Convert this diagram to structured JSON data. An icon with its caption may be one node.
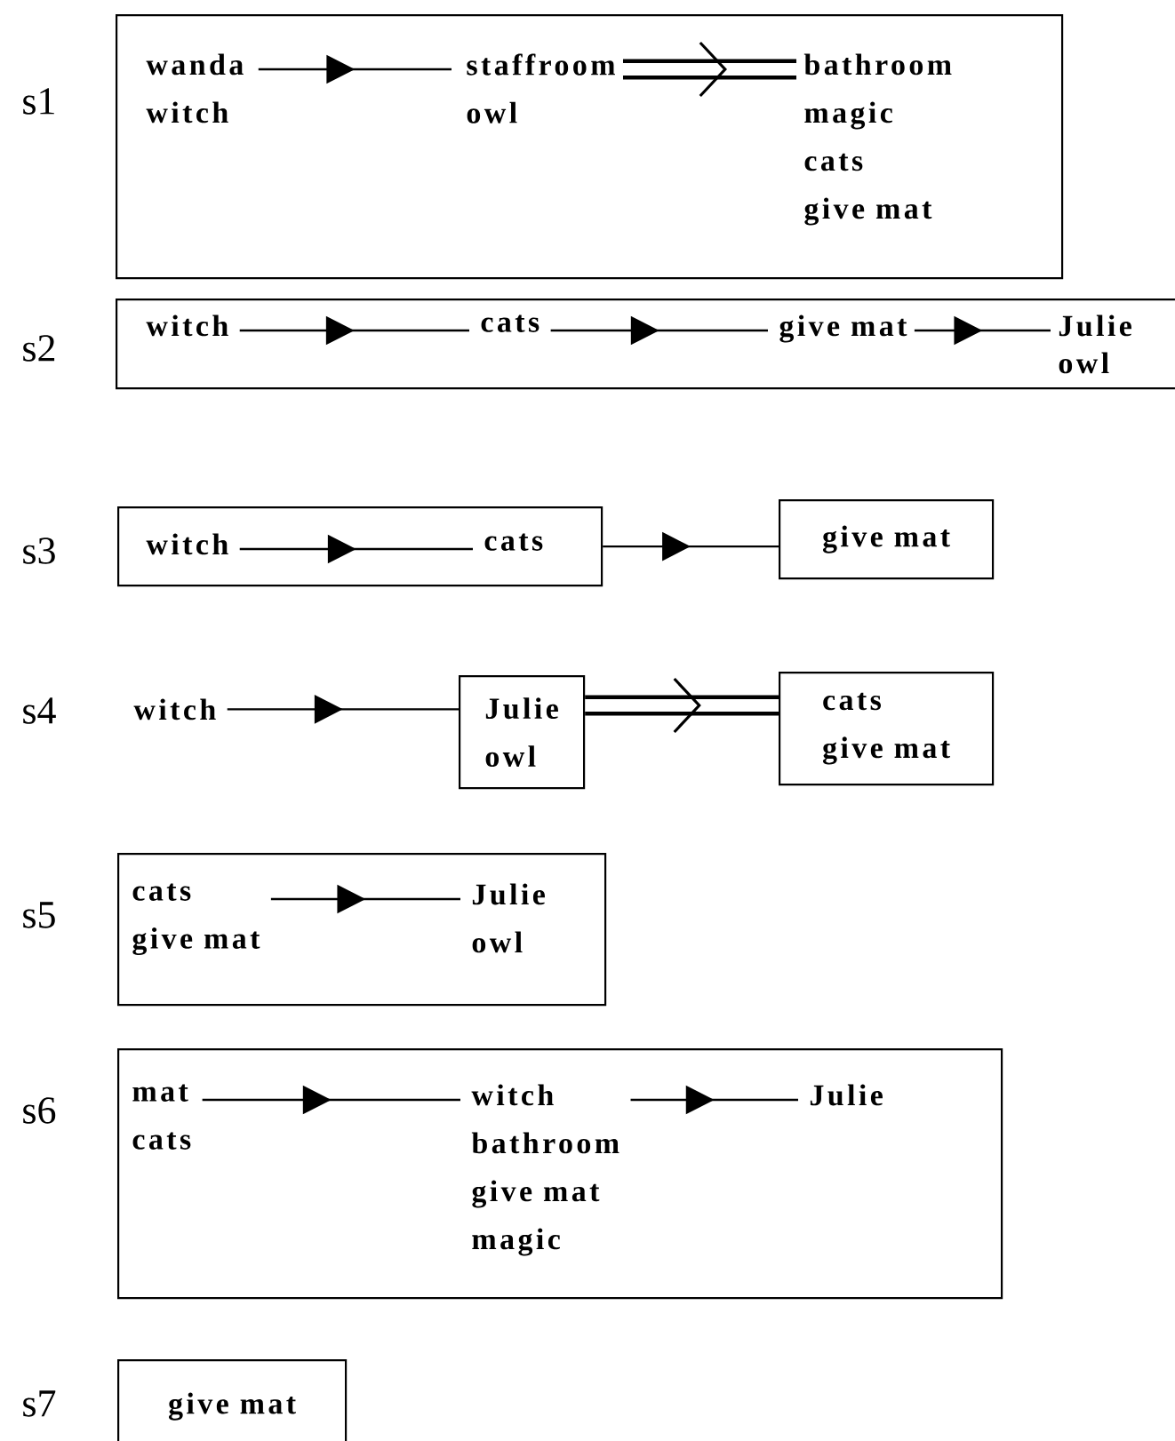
{
  "diagram": {
    "nodes": [
      {
        "text": [],
        "shape": "box"
      },
      {
        "text": [
          "wanda",
          "witch"
        ],
        "in": 0
      },
      {
        "text": [
          "staffroom",
          "owl"
        ],
        "in": 0
      },
      {
        "text": [
          "bathroom",
          "magic",
          "cats",
          "give mat"
        ],
        "in": 0
      },
      {
        "text": [],
        "shape": "box"
      },
      {
        "text": [
          "witch"
        ],
        "in": 4
      },
      {
        "text": [
          "cats"
        ],
        "in": 4
      },
      {
        "text": [
          "give mat"
        ],
        "in": 4
      },
      {
        "text": [
          "Julie",
          "owl"
        ],
        "in": 4
      },
      {
        "text": [],
        "shape": "box"
      },
      {
        "text": [
          "witch"
        ],
        "in": 9
      },
      {
        "text": [
          "cats"
        ],
        "in": 9
      },
      {
        "text": [
          "give mat"
        ]
      },
      {
        "text": [
          "witch"
        ]
      },
      {
        "text": [
          "Julie",
          "owl"
        ]
      },
      {
        "text": [
          "cats",
          "give mat"
        ]
      },
      {
        "text": [],
        "shape": "box"
      },
      {
        "text": [
          "cats",
          "give mat"
        ],
        "in": 16
      },
      {
        "text": [
          "Julie",
          "owl"
        ],
        "in": 16
      },
      {
        "text": [],
        "shape": "box"
      },
      {
        "text": [
          "mat",
          "cats"
        ],
        "in": 19
      },
      {
        "text": [
          "witch",
          "bathroom",
          "give mat",
          "magic"
        ],
        "in": 19
      },
      {
        "text": [
          "Julie"
        ],
        "in": 19
      },
      {
        "text": [
          "give mat"
        ]
      }
    ],
    "edges": [
      {
        "from": 1,
        "to": 2,
        "arrow": "to"
      },
      {
        "from": 2,
        "to": 3,
        "arrow": "to",
        "style": "thick"
      },
      {
        "from": 5,
        "to": 6,
        "arrow": "to"
      },
      {
        "from": 6,
        "to": 7,
        "arrow": "to"
      },
      {
        "from": 7,
        "to": 8,
        "arrow": "to"
      },
      {
        "from": 10,
        "to": 11,
        "arrow": "to"
      },
      {
        "from": 9,
        "to": 12,
        "arrow": "to"
      },
      {
        "from": 13,
        "to": 14,
        "arrow": "to"
      },
      {
        "from": 14,
        "to": 15,
        "arrow": "to",
        "style": "thick"
      },
      {
        "from": 17,
        "to": 18,
        "arrow": "to"
      },
      {
        "from": 20,
        "to": 21,
        "arrow": "to"
      },
      {
        "from": 21,
        "to": 22,
        "arrow": "to"
      }
    ],
    "labels": [
      "s1",
      "s2",
      "s3",
      "s4",
      "s5",
      "s6",
      "s7"
    ]
  }
}
